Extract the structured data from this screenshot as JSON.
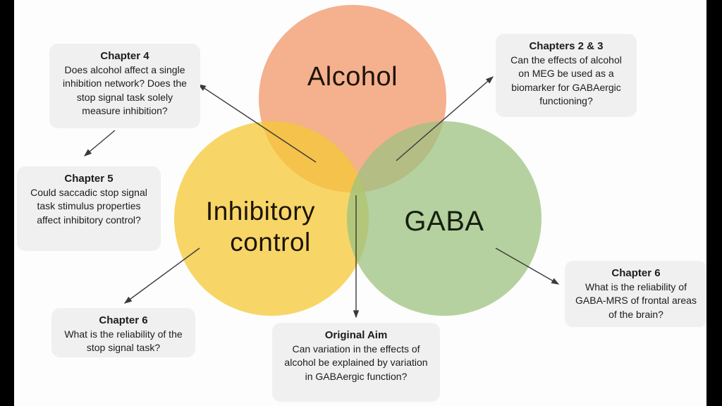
{
  "background": {
    "canvas_color": "#fdfdfd",
    "letterbox_color": "#000000"
  },
  "venn": {
    "alcohol": {
      "label": "Alcohol",
      "fill": "#F29668",
      "rendered_color": "#F5B08E"
    },
    "inhibitory": {
      "label": "Inhibitory control",
      "line1": "Inhibitory",
      "line2": "control",
      "fill": "#F4C834",
      "rendered_color": "#F7D667"
    },
    "gaba": {
      "label": "GABA",
      "fill": "#9CC280",
      "rendered_color": "#B5D1A0"
    }
  },
  "callouts": {
    "chapter4": {
      "title": "Chapter 4",
      "body": "Does alcohol affect a single inhibition network? Does the stop signal task solely measure inhibition?"
    },
    "chapter5": {
      "title": "Chapter 5",
      "body": "Could saccadic stop signal task stimulus properties affect inhibitory control?"
    },
    "chapter6_left": {
      "title": "Chapter 6",
      "body": "What is the reliability of the stop signal task?"
    },
    "chapters_2_3": {
      "title": "Chapters 2 & 3",
      "body": "Can the effects of alcohol on MEG be used as a biomarker for GABAergic functioning?"
    },
    "chapter6_right": {
      "title": "Chapter 6",
      "body": "What is the reliability of GABA-MRS of frontal areas of the brain?"
    },
    "original_aim": {
      "title": "Original Aim",
      "body": "Can variation in the effects of alcohol be explained by variation in GABAergic function?"
    }
  },
  "arrow_color": "#3a3a3a"
}
